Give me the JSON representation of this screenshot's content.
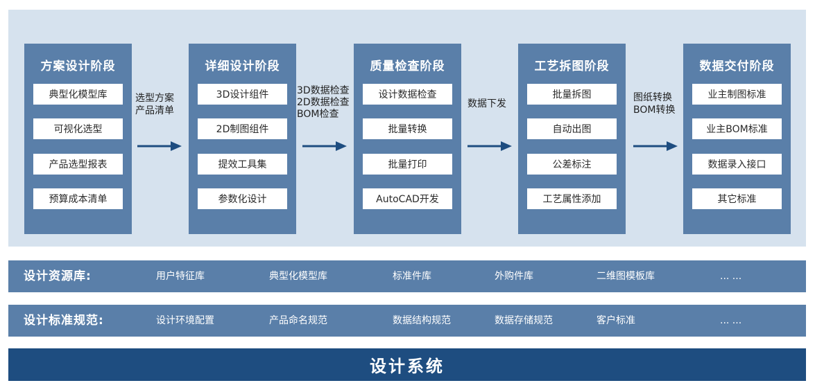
{
  "stages": [
    {
      "title": "方案设计阶段",
      "items": [
        "典型化模型库",
        "可视化选型",
        "产品选型报表",
        "预算成本清单"
      ]
    },
    {
      "title": "详细设计阶段",
      "items": [
        "3D设计组件",
        "2D制图组件",
        "提效工具集",
        "参数化设计"
      ]
    },
    {
      "title": "质量检查阶段",
      "items": [
        "设计数据检查",
        "批量转换",
        "批量打印",
        "AutoCAD开发"
      ]
    },
    {
      "title": "工艺拆图阶段",
      "items": [
        "批量拆图",
        "自动出图",
        "公差标注",
        "工艺属性添加"
      ]
    },
    {
      "title": "数据交付阶段",
      "items": [
        "业主制图标准",
        "业主BOM标准",
        "数据录入接口",
        "其它标准"
      ]
    }
  ],
  "connectors": [
    {
      "lines": [
        "选型方案",
        "产品清单"
      ]
    },
    {
      "lines": [
        "3D数据检查",
        "2D数据检查",
        "BOM检查"
      ]
    },
    {
      "lines": [
        "数据下发"
      ]
    },
    {
      "lines": [
        "图纸转换",
        "BOM转换"
      ]
    }
  ],
  "resource_library": {
    "title": "设计资源库:",
    "items": [
      "用户特征库",
      "典型化模型库",
      "标准件库",
      "外购件库",
      "二维图模板库",
      "... ..."
    ]
  },
  "design_standards": {
    "title": "设计标准规范:",
    "items": [
      "设计环境配置",
      "产品命名规范",
      "数据结构规范",
      "数据存储规范",
      "客户标准",
      "... ..."
    ]
  },
  "system": {
    "title": "设计系统"
  },
  "colors": {
    "panel_bg": "#d6e2ee",
    "stage_bg": "#5a7fa9",
    "system_bg": "#1e4d80",
    "arrow": "#1e4d80"
  }
}
